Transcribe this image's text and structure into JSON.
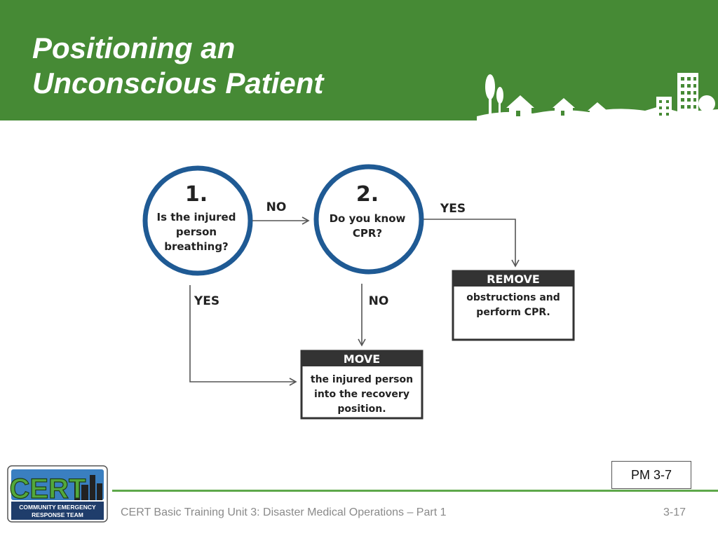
{
  "slide": {
    "title_line1": "Positioning an",
    "title_line2": "Unconscious Patient",
    "reference": "PM 3-7",
    "footer": "CERT Basic Training Unit 3: Disaster Medical Operations – Part 1",
    "page_number": "3-17"
  },
  "logo": {
    "wordmark": "CERT",
    "line1": "COMMUNITY EMERGENCY",
    "line2": "RESPONSE TEAM"
  },
  "flowchart": {
    "step1": {
      "number": "1.",
      "line1": "Is the injured",
      "line2": "person",
      "line3": "breathing?"
    },
    "step2": {
      "number": "2.",
      "line1": "Do you know",
      "line2": "CPR?"
    },
    "label_no_1": "NO",
    "label_yes_1": "YES",
    "label_no_2": "NO",
    "label_yes_2": "YES",
    "remove": {
      "header": "REMOVE",
      "line1": "obstructions and",
      "line2": "perform CPR."
    },
    "move": {
      "header": "MOVE",
      "line1": "the injured person",
      "line2": "into the recovery",
      "line3": "position."
    }
  },
  "colors": {
    "header_green": "#468a35",
    "circle_blue": "#1f5a94",
    "box_dark": "#333333"
  }
}
